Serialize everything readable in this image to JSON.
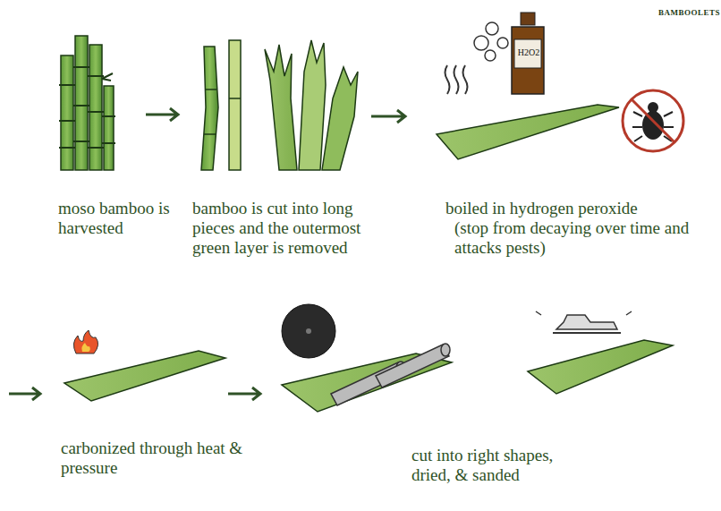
{
  "diagram": {
    "labels": [
      "moso bamboo is harvested",
      "bamboo is cut into long pieces and the outermost green layer is removed",
      "boiled in hydrogen peroxide",
      "(stop from decaying over time and attacks pests)",
      "carbonized through heat & pressure",
      "cut into right shapes, dried, & sanded",
      "BAMBOOLETS",
      "H2O2"
    ]
  }
}
